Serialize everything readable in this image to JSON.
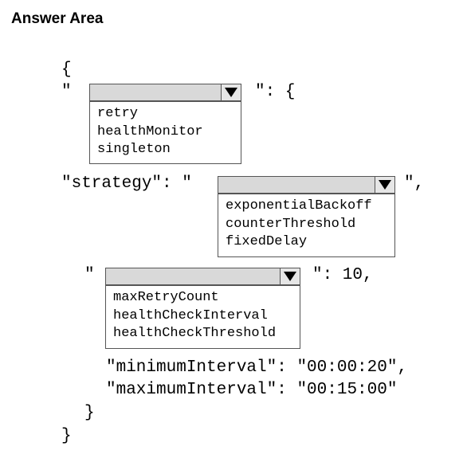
{
  "heading": "Answer Area",
  "code": {
    "open_brace": "{",
    "quote_open_1": "\"",
    "after_dd1": "\": {",
    "strategy_prefix": "\"strategy\": \"",
    "after_dd2": "\",",
    "quote_open_3": "\"",
    "after_dd3": "\": 10,",
    "min_line": "\"minimumInterval\": \"00:00:20\",",
    "max_line": "\"maximumInterval\": \"00:15:00\"",
    "inner_close": "}",
    "outer_close": "}"
  },
  "dropdowns": [
    {
      "selected": "",
      "options": [
        "retry",
        "healthMonitor",
        "singleton"
      ]
    },
    {
      "selected": "",
      "options": [
        "exponentialBackoff",
        "counterThreshold",
        "fixedDelay"
      ]
    },
    {
      "selected": "",
      "options": [
        "maxRetryCount",
        "healthCheckInterval",
        "healthCheckThreshold"
      ]
    }
  ]
}
